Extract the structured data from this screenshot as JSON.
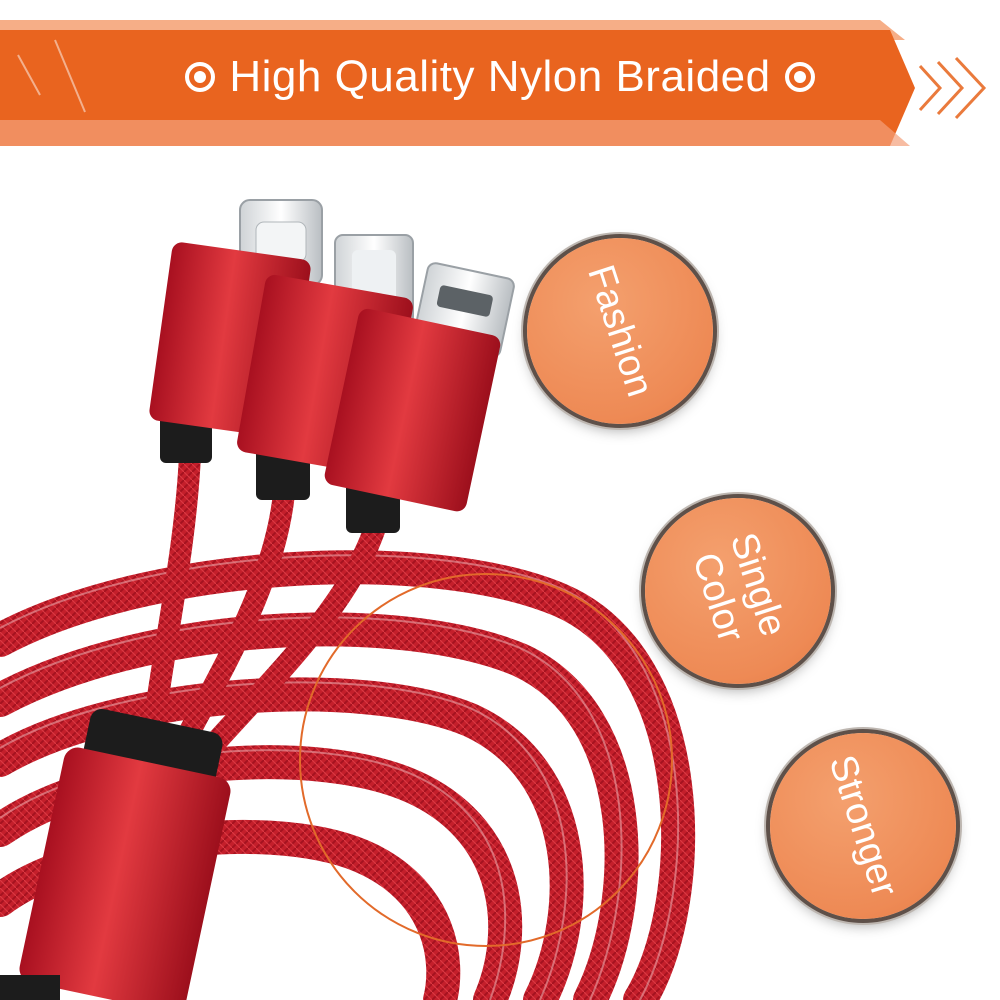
{
  "header": {
    "title": "High Quality Nylon Braided",
    "icon": "circle-target-icon"
  },
  "features": [
    {
      "label": "Fashion"
    },
    {
      "label": "Single\nColor"
    },
    {
      "label": "Stronger"
    }
  ],
  "colors": {
    "banner": "#e9641f",
    "banner_light": "#f6ae87",
    "cable_red": "#c41f2b",
    "badge_orange": "#ee8a55"
  }
}
